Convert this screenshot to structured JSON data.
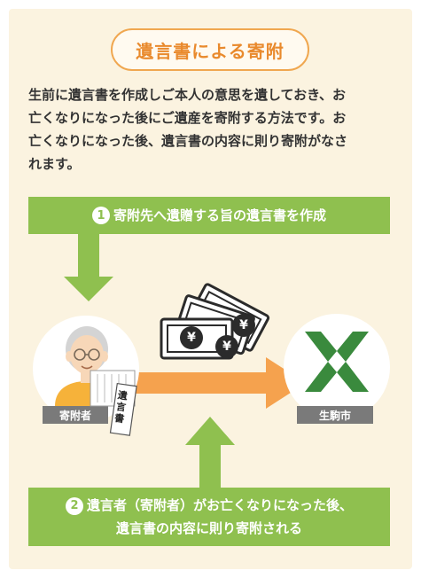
{
  "title": "遺言書による寄附",
  "intro": {
    "lines": [
      "生前に遺言書を作成しご本人の意思を遺しておき、お",
      "亡くなりになった後にご遺産を寄附する方法です。お",
      "亡くなりになった後、遺言書の内容に則り寄附がなさ",
      "れます。"
    ]
  },
  "step1": {
    "number": "1",
    "text": "寄附先へ遺贈する旨の遺言書を作成"
  },
  "step2": {
    "number": "2",
    "lines": [
      "遺言者（寄附者）がお亡くなりになった後、",
      "遺言書の内容に則り寄附される"
    ]
  },
  "donor": {
    "label": "寄附者",
    "document_label": "遺言書"
  },
  "city": {
    "label": "生駒市"
  },
  "money": {
    "yen_symbol": "¥"
  },
  "colors": {
    "accent_orange": "#f0a750",
    "banner_green": "#8fc04f",
    "logo_green": "#3a8a3d",
    "background": "#fbf3e0"
  }
}
